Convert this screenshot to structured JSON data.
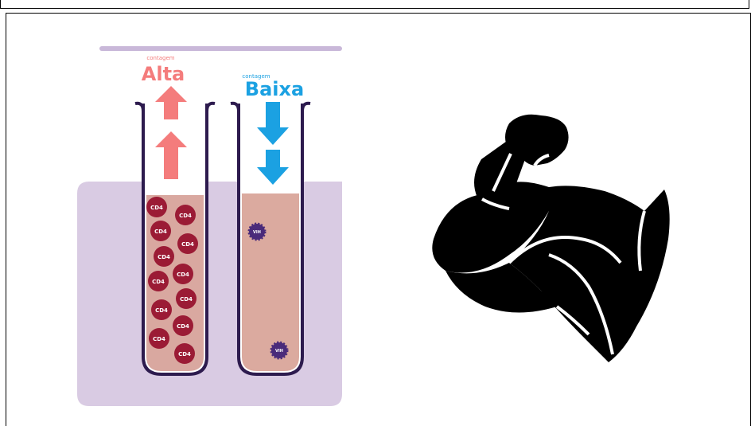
{
  "illustration": {
    "left_tube": {
      "small_label": "contagem",
      "label": "Alta",
      "cell_text": "CD4",
      "color": "#f47c7c"
    },
    "right_tube": {
      "small_label": "contagem",
      "label": "Baixa",
      "virus_text": "VIH",
      "color": "#1ba1e2"
    }
  },
  "muscle_icon": {
    "icon": "flexed-bicep-icon"
  }
}
